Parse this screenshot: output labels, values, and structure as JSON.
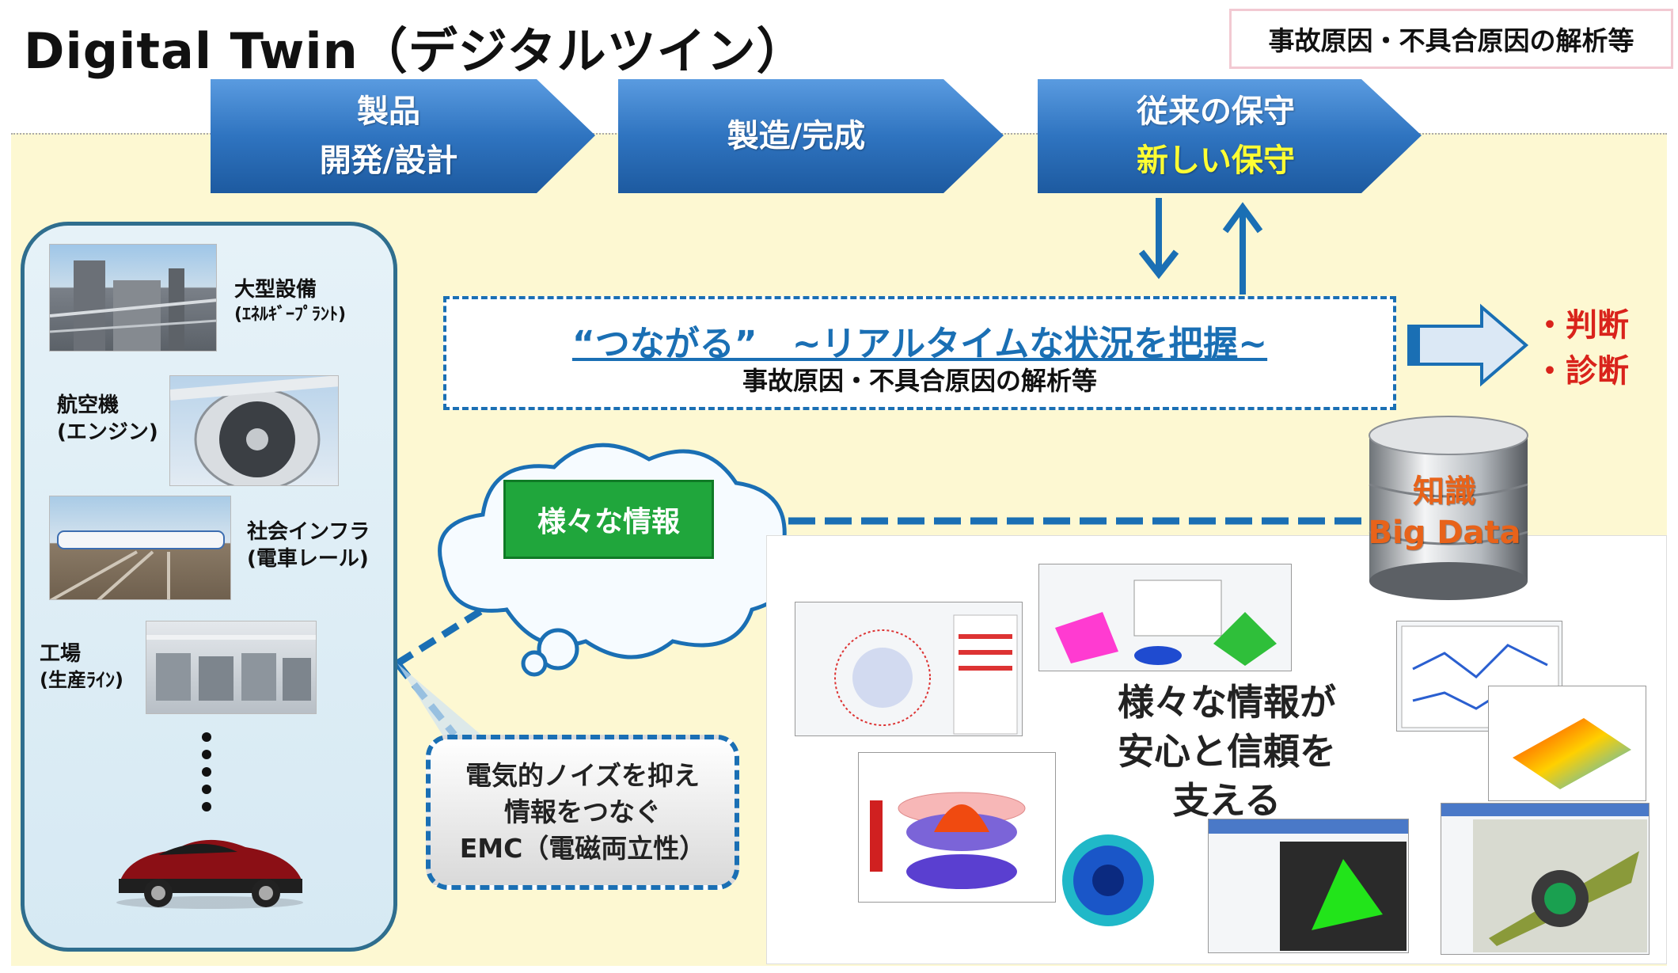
{
  "title": "Digital Twin（デジタルツイン）",
  "top_box": "事故原因・不具合原因の解析等",
  "process": {
    "step1_line1": "製品",
    "step1_line2": "開発/設計",
    "step2": "製造/完成",
    "step3_line1": "従来の保守",
    "step3_line2": "新しい保守",
    "step3_line2_color": "#ffff33"
  },
  "assets": {
    "plant_line1": "大型設備",
    "plant_line2": "(ｴﾈﾙｷﾞｰﾌﾟﾗﾝﾄ)",
    "aircraft_line1": "航空機",
    "aircraft_line2": "(エンジン)",
    "infra_line1": "社会インフラ",
    "infra_line2": "(電車レール)",
    "factory_line1": "工場",
    "factory_line2": "(生産ﾗｲﾝ)"
  },
  "connect": {
    "title": "“つながる”　~リアルタイムな状況を把握~",
    "subtitle": "事故原因・不具合原因の解析等"
  },
  "outcomes": {
    "judge": "・判断",
    "diagnose": "・診断"
  },
  "database": {
    "line1": "知識",
    "line2": "Big Data"
  },
  "cloud_label": "様々な情報",
  "emc": {
    "line1": "電気的ノイズを抑え",
    "line2": "情報をつなぐ",
    "line3": "EMC（電磁両立性）"
  },
  "info_message": {
    "line1": "様々な情報が",
    "line2": "安心と信頼を",
    "line3": "支える"
  },
  "colors": {
    "chevron_blue": "#2f74c0",
    "dashed_blue": "#1a6fb4",
    "green": "#20a63c",
    "outcome_red": "#d9231b",
    "database_text": "#e8631a"
  }
}
